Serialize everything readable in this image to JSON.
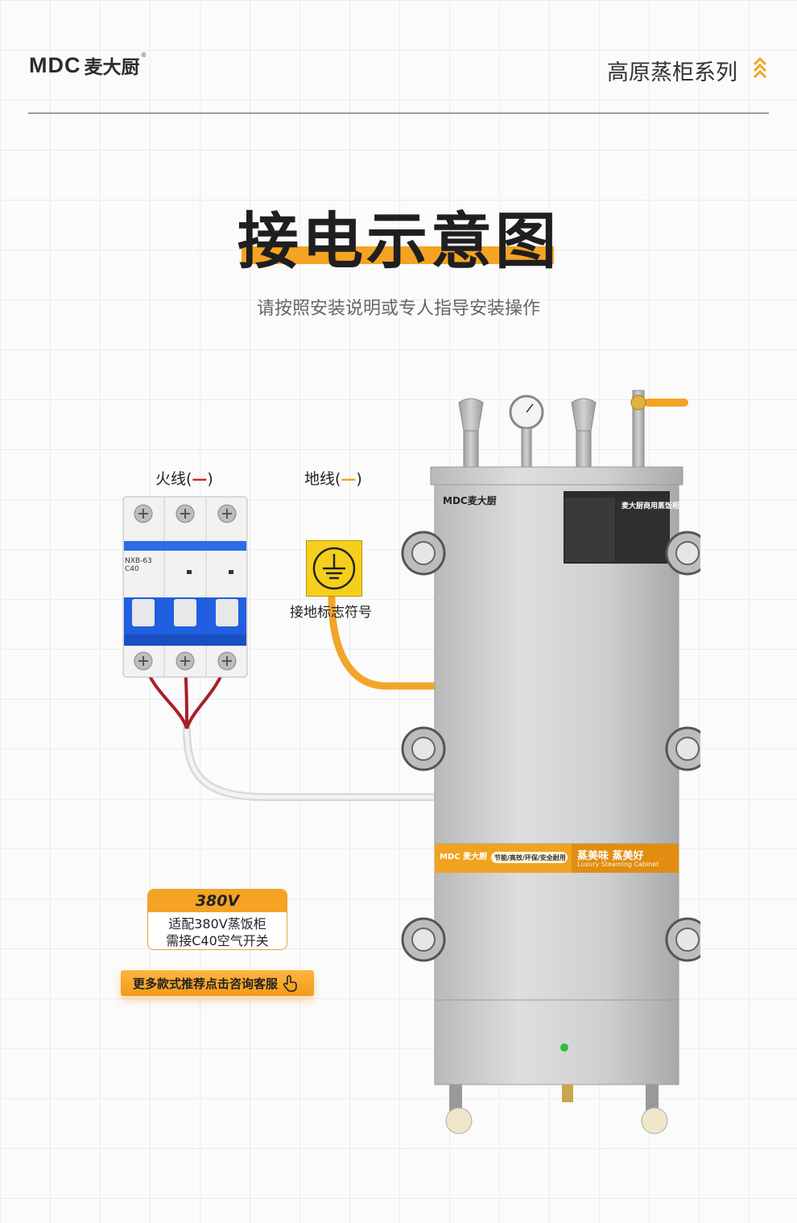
{
  "brand": {
    "mark": "MDC",
    "name_cn": "麦大厨",
    "reg": "®"
  },
  "header": {
    "series": "高原蒸柜系列"
  },
  "title": "接电示意图",
  "subtitle": "请按照安装说明或专人指导安装操作",
  "labels": {
    "live_wire": "火线(",
    "live_dash": "—",
    "live_close": ")",
    "ground_wire": "地线(",
    "ground_dash": "—",
    "ground_close": ")",
    "ground_symbol": "接地标志符号"
  },
  "breaker": {
    "model": "NXB-63",
    "rating": "C40"
  },
  "spec": {
    "voltage": "380V",
    "line1": "适配380V蒸饭柜",
    "line2": "需接C40空气开关"
  },
  "cta": "更多款式推荐点击咨询客服",
  "cabinet": {
    "plate_brand": "MDC麦大厨",
    "sticker_title": "麦大厨商用蒸饭柜",
    "band_brand": "MDC 麦大厨",
    "band_tag": "节能/高效/环保/安全耐用",
    "band_slogan": "蒸美味 蒸美好",
    "band_en": "Luxury Steaming Cabinet"
  },
  "colors": {
    "accent": "#f4a324",
    "live": "#d62020",
    "ground": "#f4a324",
    "breaker_blue": "#1f5fe0"
  }
}
